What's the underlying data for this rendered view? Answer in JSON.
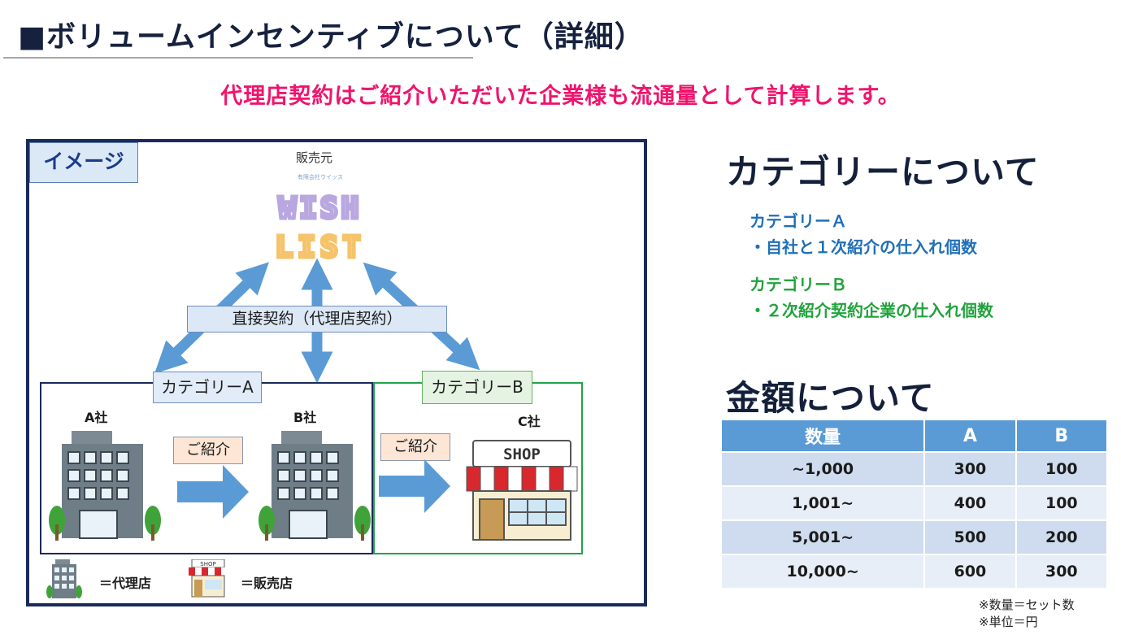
{
  "title": "■ボリュームインセンティブについて（詳細）",
  "subtitle": "代理店契約はご紹介いただいた企業様も流通量として計算します。",
  "image_panel": {
    "label": "イメージ",
    "seller_caption": "販売元",
    "logo_small_text": "有限会社ウイッス",
    "logo_line1": "WISH",
    "logo_line2": "LIST",
    "contract_label": "直接契約（代理店契約）",
    "category_a_tag": "カテゴリーA",
    "category_b_tag": "カテゴリーB",
    "company_a": "A社",
    "company_b": "B社",
    "company_c": "C社",
    "intro_label_1": "ご紹介",
    "intro_label_2": "ご紹介",
    "shop_sign": "SHOP",
    "legend_shop_sign": "SHOP",
    "legend_agency": "＝代理店",
    "legend_seller": "＝販売店",
    "colors": {
      "frame": "#1a2a5a",
      "arrow": "#5b9bd5",
      "category_b": "#22a34a",
      "shop_awning": "#d8282e"
    }
  },
  "categories": {
    "heading": "カテゴリーについて",
    "a_title": "カテゴリーＡ",
    "a_desc": "・自社と１次紹介の仕入れ個数",
    "b_title": "カテゴリーＢ",
    "b_desc": "・２次紹介契約企業の仕入れ個数"
  },
  "pricing": {
    "heading": "金額について",
    "columns": [
      "数量",
      "A",
      "B"
    ],
    "rows": [
      [
        "~1,000",
        "300",
        "100"
      ],
      [
        "1,001~",
        "400",
        "100"
      ],
      [
        "5,001~",
        "500",
        "200"
      ],
      [
        "10,000~",
        "600",
        "300"
      ]
    ],
    "note_1": "※数量＝セット数",
    "note_2": "※単位＝円"
  }
}
